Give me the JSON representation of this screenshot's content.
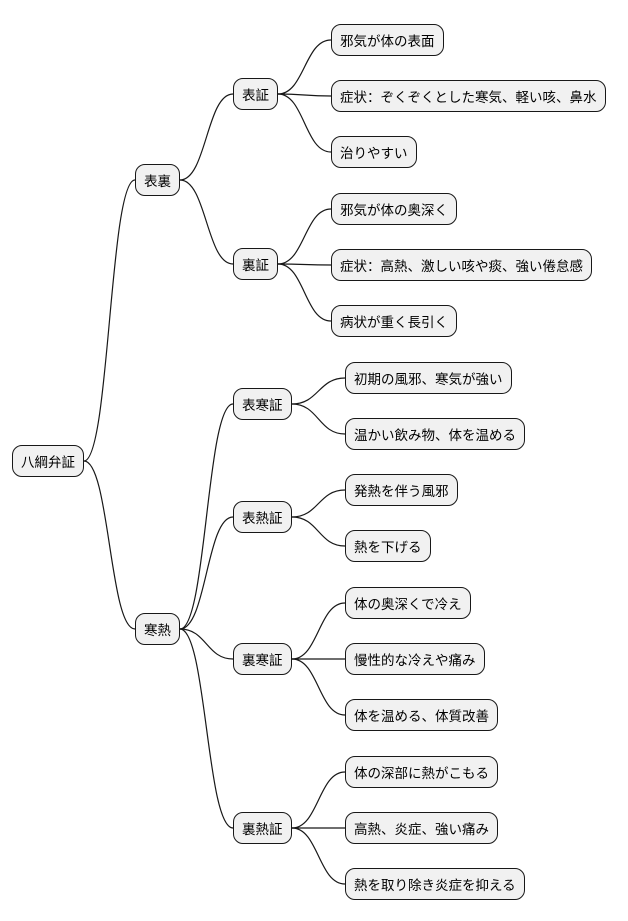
{
  "root": {
    "label": "八綱弁証",
    "children": [
      {
        "label": "表裏",
        "children": [
          {
            "label": "表証",
            "children": [
              {
                "label": "邪気が体の表面"
              },
              {
                "label": "症状：ぞくぞくとした寒気、軽い咳、鼻水"
              },
              {
                "label": "治りやすい"
              }
            ]
          },
          {
            "label": "裏証",
            "children": [
              {
                "label": "邪気が体の奥深く"
              },
              {
                "label": "症状：高熱、激しい咳や痰、強い倦怠感"
              },
              {
                "label": "病状が重く長引く"
              }
            ]
          }
        ]
      },
      {
        "label": "寒熱",
        "children": [
          {
            "label": "表寒証",
            "children": [
              {
                "label": "初期の風邪、寒気が強い"
              },
              {
                "label": "温かい飲み物、体を温める"
              }
            ]
          },
          {
            "label": "表熱証",
            "children": [
              {
                "label": "発熱を伴う風邪"
              },
              {
                "label": "熱を下げる"
              }
            ]
          },
          {
            "label": "裏寒証",
            "children": [
              {
                "label": "体の奥深くで冷え"
              },
              {
                "label": "慢性的な冷えや痛み"
              },
              {
                "label": "体を温める、体質改善"
              }
            ]
          },
          {
            "label": "裏熱証",
            "children": [
              {
                "label": "体の深部に熱がこもる"
              },
              {
                "label": "高熱、炎症、強い痛み"
              },
              {
                "label": "熱を取り除き炎症を抑える"
              }
            ]
          }
        ]
      }
    ]
  }
}
